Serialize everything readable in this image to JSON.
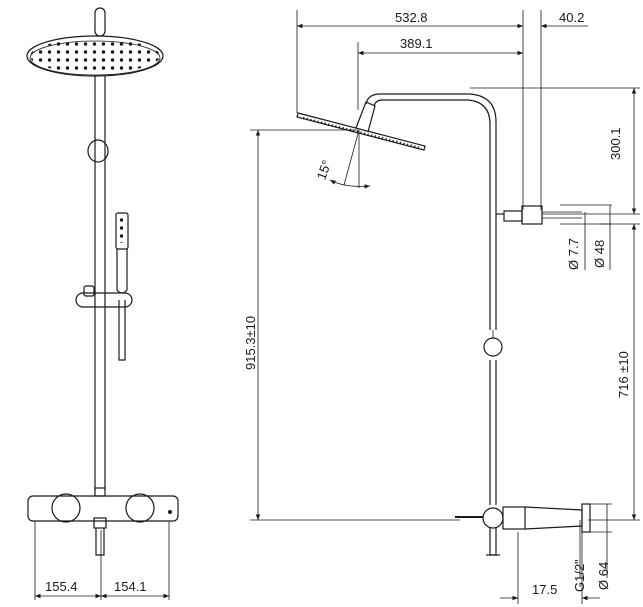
{
  "front_view": {
    "dim_left_width": "155.4",
    "dim_right_width": "154.1"
  },
  "side_view": {
    "dim_arm_length": "532.8",
    "dim_arm_inner": "389.1",
    "dim_wall_offset": "40.2",
    "dim_tilt_angle": "15°",
    "dim_head_drop": "300.1",
    "dim_total_height": "915.3±10",
    "dim_bracket_pipe": "Ø 7.7",
    "dim_bracket_plate": "Ø 48",
    "dim_column_height": "716 ±10",
    "dim_inlet_thread": "G1/2\"",
    "dim_inlet_plate": "Ø 64",
    "dim_inlet_depth": "17.5"
  }
}
